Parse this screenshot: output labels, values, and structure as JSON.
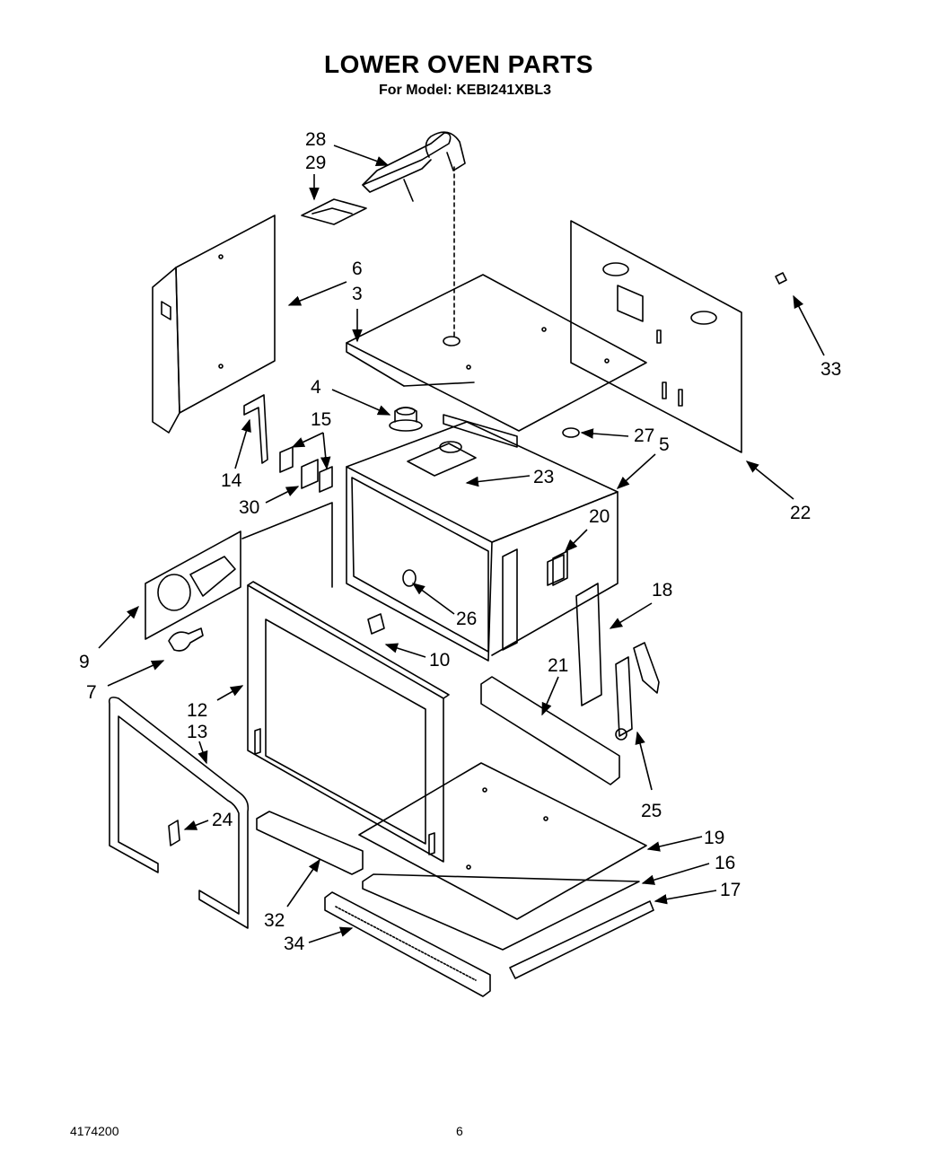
{
  "title": "LOWER OVEN PARTS",
  "subtitle": "For Model: KEBI241XBL3",
  "callouts": {
    "p28": "28",
    "p29": "29",
    "p6": "6",
    "p3": "3",
    "p4": "4",
    "p15": "15",
    "p14": "14",
    "p30": "30",
    "p23": "23",
    "p5": "5",
    "p27": "27",
    "p33": "33",
    "p22": "22",
    "p20": "20",
    "p18": "18",
    "p9": "9",
    "p26": "26",
    "p10": "10",
    "p7": "7",
    "p21": "21",
    "p12": "12",
    "p13": "13",
    "p25": "25",
    "p24": "24",
    "p19": "19",
    "p16": "16",
    "p17": "17",
    "p32": "32",
    "p34": "34"
  },
  "footer": {
    "doc_number": "4174200",
    "page_number": "6"
  }
}
